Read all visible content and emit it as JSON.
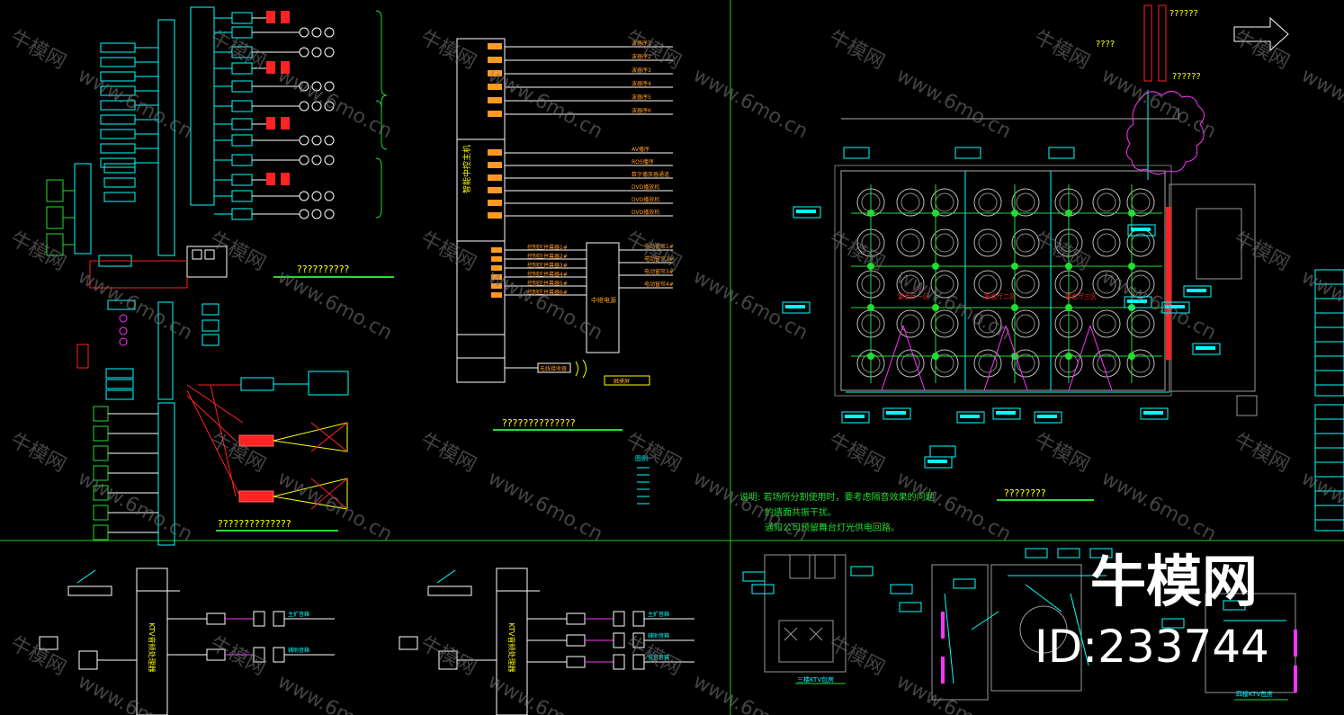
{
  "colors": {
    "background": "#000000",
    "cyan": "#00ffff",
    "green": "#22dd33",
    "yellow": "#ffff00",
    "orange": "#ff9922",
    "red": "#ff2222",
    "magenta": "#ff33ff",
    "white": "#ffffff",
    "divider": "#22cc22"
  },
  "watermark": {
    "brand_cn": "牛模网",
    "site": "www.6mo.cn",
    "brand_large": "牛模网",
    "id_label": "ID:233744"
  },
  "top_left": {
    "underline_caption": "??????????",
    "bottom_caption": "??????????????"
  },
  "top_middle": {
    "host_label": "智能中控主机",
    "outputs_a": [
      "波器序1",
      "波器序2",
      "波器序3",
      "波器序4",
      "波器序5",
      "波器序6"
    ],
    "outputs_b": [
      "AV播序",
      "ROS播序",
      "数字播放器通道",
      "DVD播放机",
      "DVD播放机",
      "DVD播放机"
    ],
    "outputs_c": [
      "控制区并幕器1#",
      "控制区并幕器2#",
      "控制区并幕器3#",
      "控制区并幕器4#",
      "控制区并幕器5#",
      "控制区并幕器6#"
    ],
    "relay_box": "中继电源",
    "relay_outputs": [
      "电动窗帘1#",
      "电动窗帘2#",
      "电动窗帘3#",
      "电动窗帘4#"
    ],
    "wireless_label": "无线接收器",
    "touch_panel": "触摸屏",
    "caption": "??????????????",
    "legend_title": "图例:"
  },
  "top_right": {
    "arrow_label": "????",
    "dim_label_top": "??????",
    "dim_label_bottom": "??????",
    "note_line1": "说明: 若场所分割使用时，要考虑隔音效果的问题",
    "note_line2": "的墙面共振干扰。",
    "note_line3": "通知公司预留舞台灯光供电回路。",
    "caption": "????????",
    "room_labels": [
      "宴会厅一区",
      "宴会厅二区",
      "宴会厅三区"
    ]
  },
  "bottom_left": {
    "rack_left": "KTV音频处理器",
    "rack_right": "KTV音频处理器",
    "rows_left": [
      "主扩音箱",
      "辅助音箱"
    ],
    "rows_right": [
      "主扩音箱",
      "辅助音箱",
      "低音音箱"
    ]
  },
  "bottom_right": {
    "plan_left_label": "三楼KTV包房",
    "plan_right_label": "四楼KTV包房"
  }
}
